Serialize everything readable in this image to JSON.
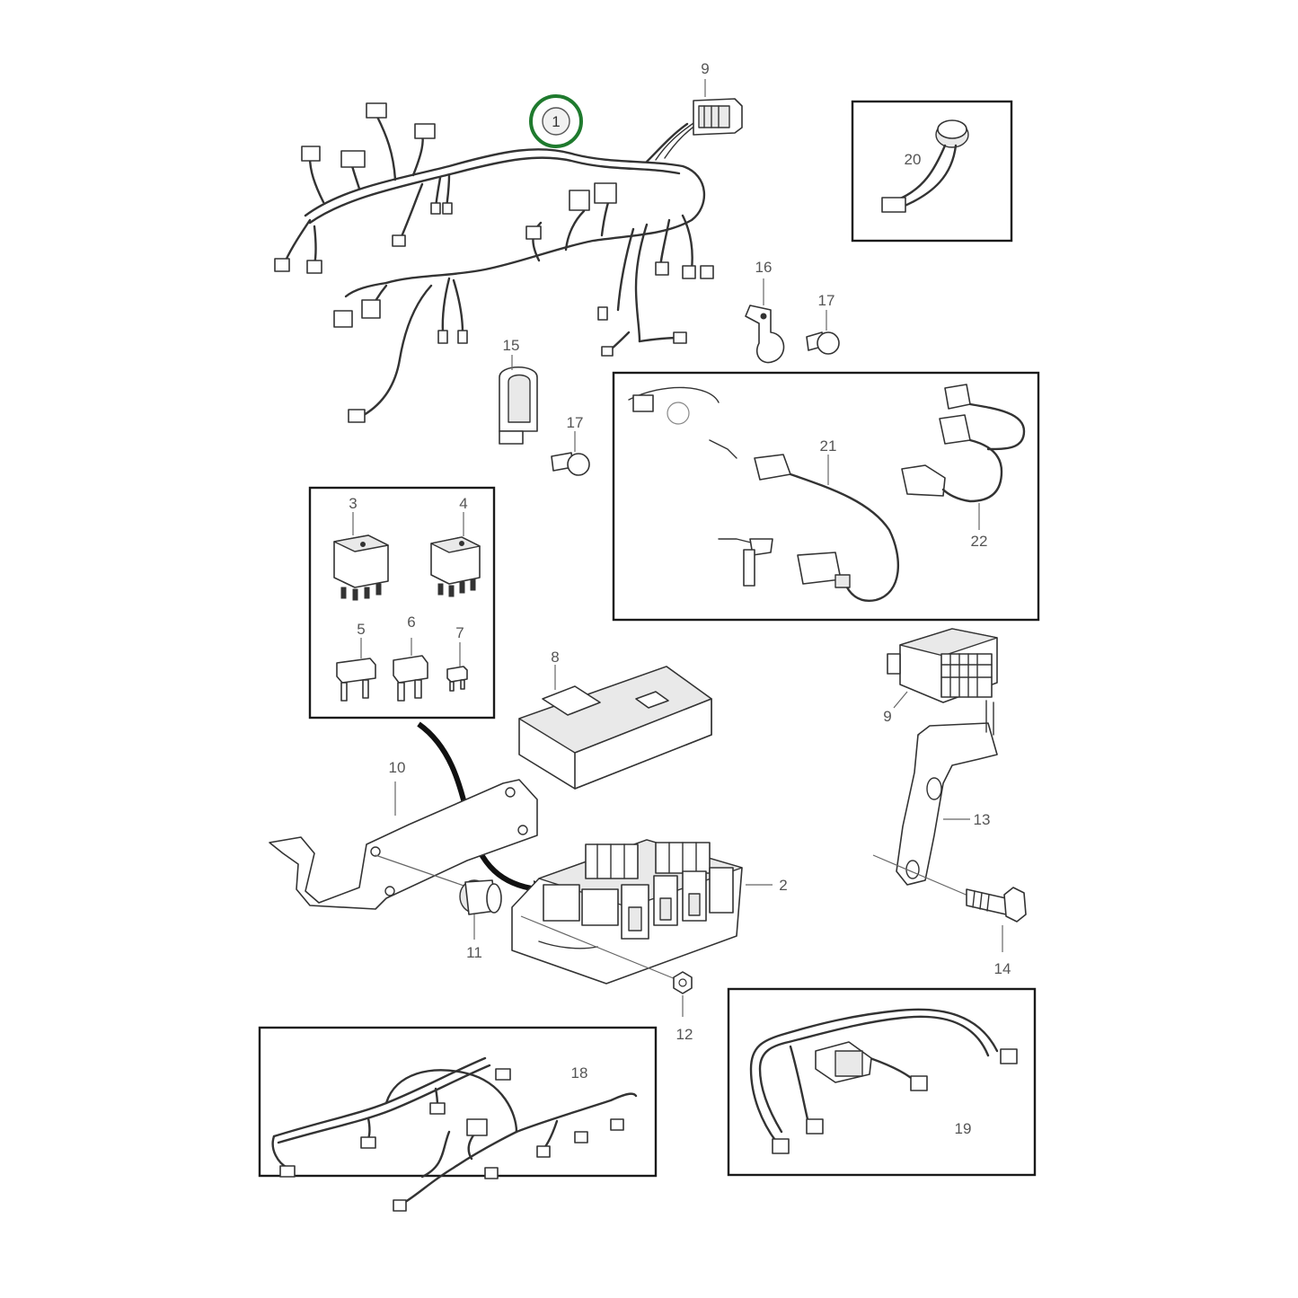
{
  "diagram": {
    "highlight_color": "#1f7a2e",
    "highlighted_callout": "1",
    "callouts": {
      "c1": "1",
      "c2": "2",
      "c3": "3",
      "c4": "4",
      "c5": "5",
      "c6": "6",
      "c7": "7",
      "c8": "8",
      "c9_top": "9",
      "c9_bottom": "9",
      "c10": "10",
      "c11": "11",
      "c12": "12",
      "c13": "13",
      "c14": "14",
      "c15": "15",
      "c16": "16",
      "c17_a": "17",
      "c17_b": "17",
      "c18": "18",
      "c19": "19",
      "c20": "20",
      "c21": "21",
      "c22": "22"
    }
  }
}
